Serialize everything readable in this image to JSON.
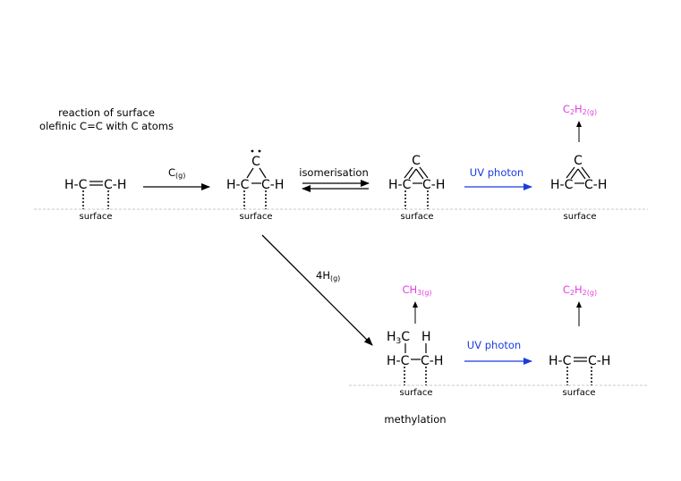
{
  "title_lines": [
    "reaction of surface",
    "olefinic C=C with C atoms"
  ],
  "bottom_label": "methylation",
  "surface_label": "surface",
  "atoms": {
    "h_left": "H-C",
    "c_right": "C-H",
    "c": "C",
    "c_left": "C",
    "h": "H",
    "h3": "H",
    "three": "3"
  },
  "reagents": {
    "carbon": "C",
    "carbon_sub": "(g)",
    "hydrogen": "4H",
    "hydrogen_sub": "(g)"
  },
  "labels": {
    "isomerisation": "isomerisation",
    "uv_photon": "UV photon"
  },
  "products": {
    "acetylene_c": "C",
    "acetylene_2a": "2",
    "acetylene_h": "H",
    "acetylene_2b": "2",
    "acetylene_g": "(g)",
    "methyl_ch": "CH",
    "methyl_3": "3",
    "methyl_g": "(g)"
  },
  "colors": {
    "text": "#000000",
    "uv": "#1a3be0",
    "product": "#e040e0",
    "surface_line": "#c8c8c8"
  }
}
